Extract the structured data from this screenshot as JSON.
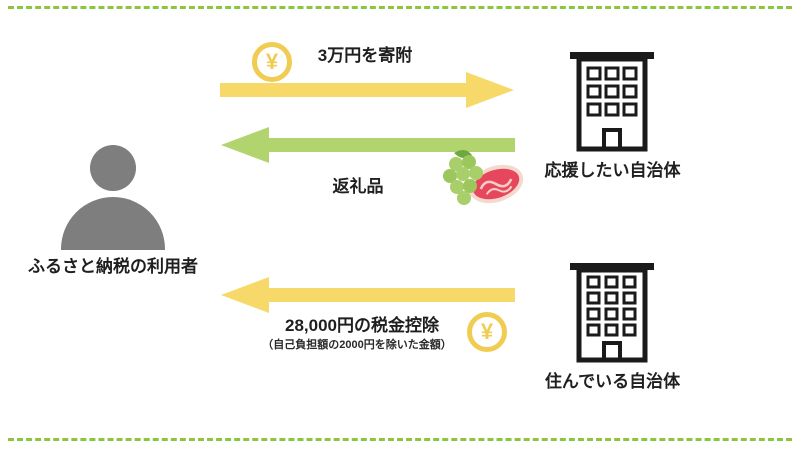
{
  "labels": {
    "user": "ふるさと納税の利用者",
    "top_municipality": "応援したい自治体",
    "bottom_municipality": "住んでいる自治体",
    "donation": "3万円を寄附",
    "gift": "返礼品",
    "deduction": "28,000円の税金控除",
    "deduction_note": "（自己負担額の2000円を除いた金額）",
    "yen": "¥"
  },
  "colors": {
    "arrow_yellow": "#f6d969",
    "arrow_green": "#b2d46e",
    "coin_yellow": "#f0cd52",
    "border_green": "#8cc63e",
    "person_gray": "#7e7e7e",
    "building_black": "#1a1a1a",
    "meat_red": "#e6475c",
    "grape_green": "#a8cf6a"
  }
}
